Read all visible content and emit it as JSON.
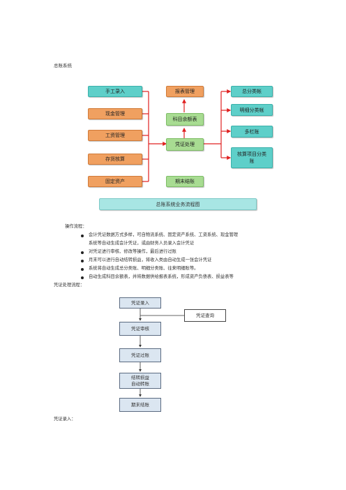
{
  "heading": "总账系统",
  "flow": {
    "inputs": [
      "手工录入",
      "现金管理",
      "工资管理",
      "存货核算",
      "固定资产"
    ],
    "center": {
      "report": "报表管理",
      "balance": "科目余额表",
      "voucher": "凭证处理",
      "closing": "期末结账"
    },
    "outputs": [
      "总分类帐",
      "明细分类帐",
      "多栏账",
      "核算项目分类账"
    ],
    "caption": "总账系统业务流程图"
  },
  "operations": {
    "title": "操作流程：",
    "items": [
      "会计凭证数据方式多样，可自物流系统、固定资产系统、工资系统、现金管理",
      "系统等自动生成会计凭证，或由财务人员录入会计凭证",
      "对凭证进行审核、修改等操作，最后进行过账",
      "月末可以进行自动结转损益，将收入类由自动生成一张会计凭证",
      "系统将自动生成总分类账、明细分类账、往来明细账等。",
      "自动生成科目余额表，并将数据供给报表系统，形成资产负债表、损益表等"
    ]
  },
  "voucher_flow": {
    "title": "凭证处理流程：",
    "steps": [
      "凭证录入",
      "凭证审核",
      "凭证过账",
      "结转损益自动转账",
      "期末结账"
    ],
    "query": "凭证查询"
  },
  "voucher_entry": "凭证录入："
}
